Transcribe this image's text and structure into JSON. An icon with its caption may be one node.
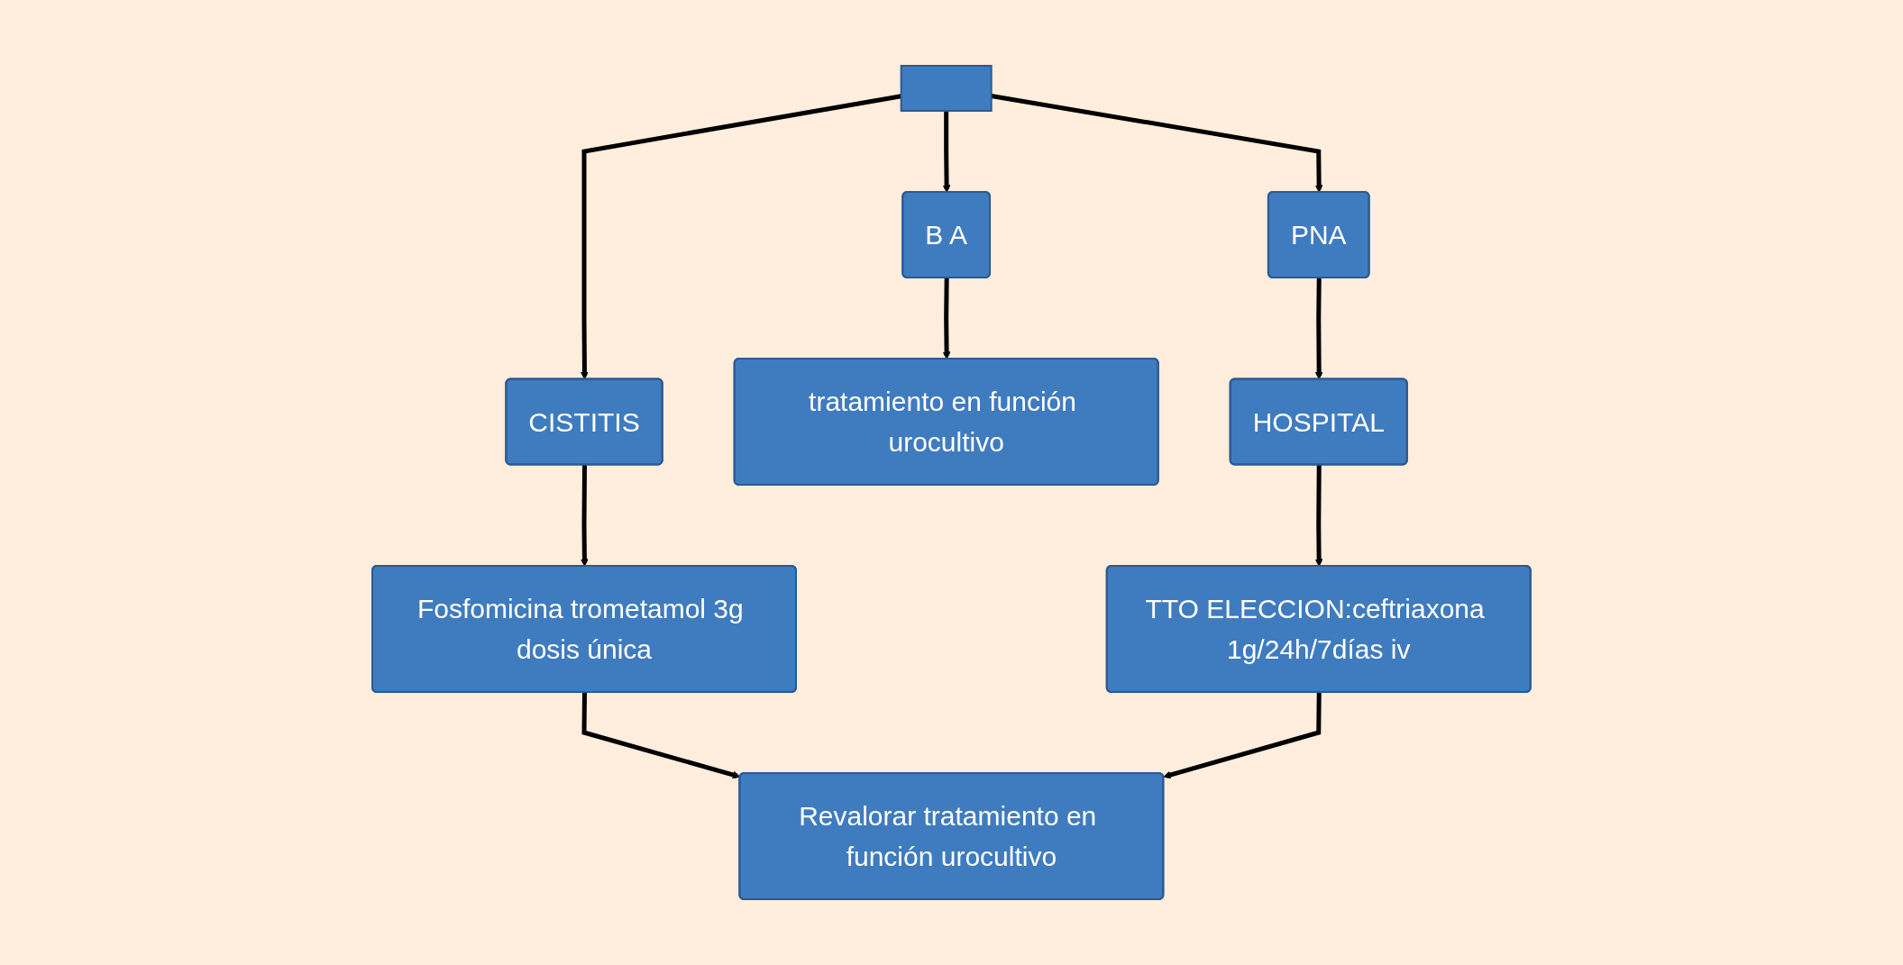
{
  "diagram": {
    "nodes": [
      {
        "text": [],
        "shape": "box"
      },
      {
        "text": [
          "CISTITIS"
        ]
      },
      {
        "text": [
          "B A"
        ]
      },
      {
        "text": [
          "PNA"
        ]
      },
      {
        "text": [
          "Fosfomicina trometamol 3g dosis única"
        ]
      },
      {
        "text": [
          "tratamiento en función urocultivo"
        ]
      },
      {
        "text": [
          "HOSPITAL"
        ]
      },
      {
        "text": [
          "Revalorar tratamiento en función urocultivo"
        ]
      },
      {
        "text": [
          "TTO ELECCION:ceftriaxona 1g/24h/7días iv"
        ]
      }
    ],
    "edges": [
      {
        "from": 0,
        "to": 1,
        "arrow": "to"
      },
      {
        "from": 0,
        "to": 2,
        "arrow": "to"
      },
      {
        "from": 0,
        "to": 3,
        "arrow": "to"
      },
      {
        "from": 1,
        "to": 4,
        "arrow": "to"
      },
      {
        "from": 2,
        "to": 5,
        "arrow": "to"
      },
      {
        "from": 3,
        "to": 6,
        "arrow": "to"
      },
      {
        "from": 4,
        "to": 7,
        "arrow": "to"
      },
      {
        "from": 6,
        "to": 8,
        "arrow": "to"
      },
      {
        "from": 8,
        "to": 7,
        "arrow": "to"
      }
    ]
  }
}
